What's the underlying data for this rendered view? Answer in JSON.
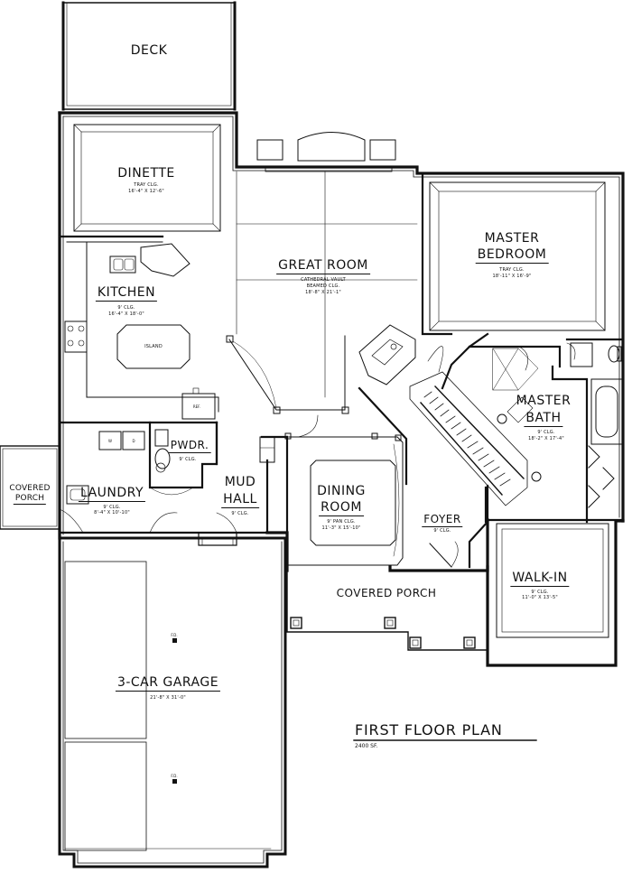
{
  "plan": {
    "title": "FIRST FLOOR PLAN",
    "area": "2400 SF."
  },
  "rooms": {
    "deck": {
      "name": "DECK"
    },
    "dinette": {
      "name": "DINETTE",
      "ceiling": "TRAY CLG.",
      "size": "16'-4\" X 12'-6\""
    },
    "great_room": {
      "name": "GREAT ROOM",
      "ceiling1": "CATHEDRAL VAULT",
      "ceiling2": "BEAMED CLG.",
      "size": "18'-8\" X 21'-1\""
    },
    "master_bedroom": {
      "name1": "MASTER",
      "name2": "BEDROOM",
      "ceiling": "TRAY CLG.",
      "size": "18'-11\" X 16'-9\""
    },
    "kitchen": {
      "name": "KITCHEN",
      "ceiling": "9' CLG.",
      "size": "16'-4\" X 18'-0\"",
      "island": "ISLAND",
      "ref": "REF."
    },
    "master_bath": {
      "name1": "MASTER",
      "name2": "BATH",
      "ceiling": "9' CLG.",
      "size": "18'-2\" X 17'-4\""
    },
    "powder": {
      "name": "PWDR.",
      "ceiling": "9' CLG."
    },
    "covered_porch_side": {
      "name1": "COVERED",
      "name2": "PORCH"
    },
    "laundry": {
      "name": "LAUNDRY",
      "ceiling": "9' CLG.",
      "size": "8'-4\" X 10'-10\"",
      "washer": "W",
      "dryer": "D"
    },
    "mud_hall": {
      "name1": "MUD",
      "name2": "HALL",
      "ceiling": "9' CLG."
    },
    "dining_room": {
      "name1": "DINING",
      "name2": "ROOM",
      "ceiling": "9' PAN CLG.",
      "size": "11'-3\" X 15'-10\""
    },
    "foyer": {
      "name": "FOYER",
      "ceiling": "9' CLG."
    },
    "walk_in": {
      "name": "WALK-IN",
      "ceiling": "9' CLG.",
      "size": "11'-0\" X 13'-5\""
    },
    "covered_porch_front": {
      "name": "COVERED PORCH"
    },
    "garage": {
      "name": "3-CAR GARAGE",
      "size": "21'-8\" X 31'-0\"",
      "drain1": "F.D.",
      "drain2": "F.D."
    }
  }
}
